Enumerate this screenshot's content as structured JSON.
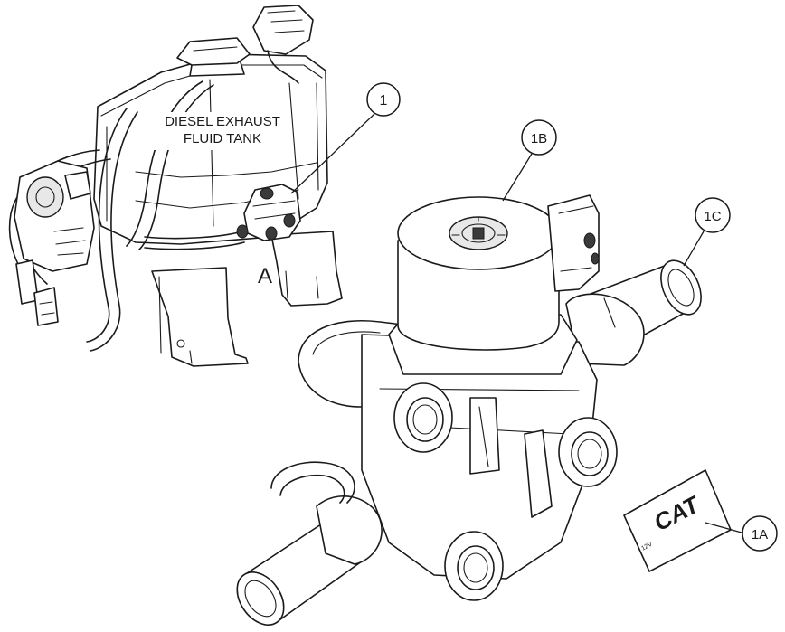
{
  "labels": {
    "tank_line1": "DIESEL EXHAUST",
    "tank_line2": "FLUID TANK",
    "view_letter": "A"
  },
  "callouts": {
    "c1": "1",
    "c1A": "1A",
    "c1B": "1B",
    "c1C": "1C"
  },
  "decal": {
    "logo_text": "CAT",
    "voltage_text": "12V"
  }
}
